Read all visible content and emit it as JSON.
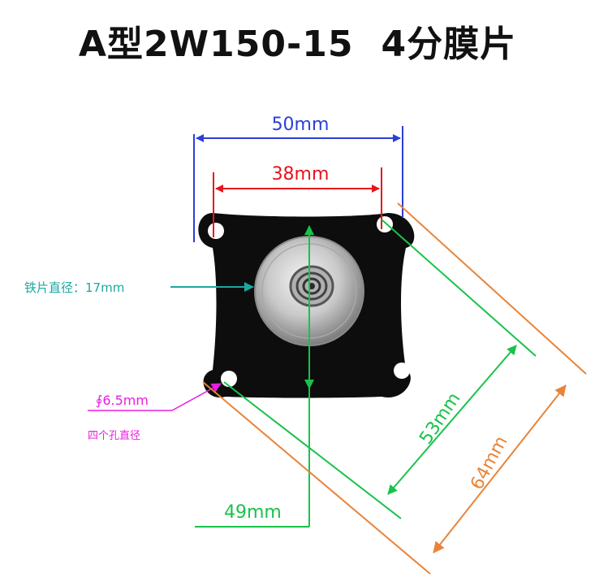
{
  "title": {
    "model": "A型2W150-15",
    "size": "4分膜片"
  },
  "dimensions": {
    "outer_width": "50mm",
    "hole_spacing": "38mm",
    "plate_diameter_label": "铁片直径：17mm",
    "hole_diameter_value": "∮6.5mm",
    "hole_diameter_note": "四个孔直径",
    "vertical": "49mm",
    "diagonal_inner": "53mm",
    "diagonal_outer": "64mm"
  },
  "colors": {
    "blue": "#2b3fd8",
    "red": "#e8141b",
    "green": "#19c24a",
    "teal": "#1aa8a0",
    "magenta": "#e81ee0",
    "orange": "#e8843a",
    "rubber": "#0d0d0d"
  }
}
